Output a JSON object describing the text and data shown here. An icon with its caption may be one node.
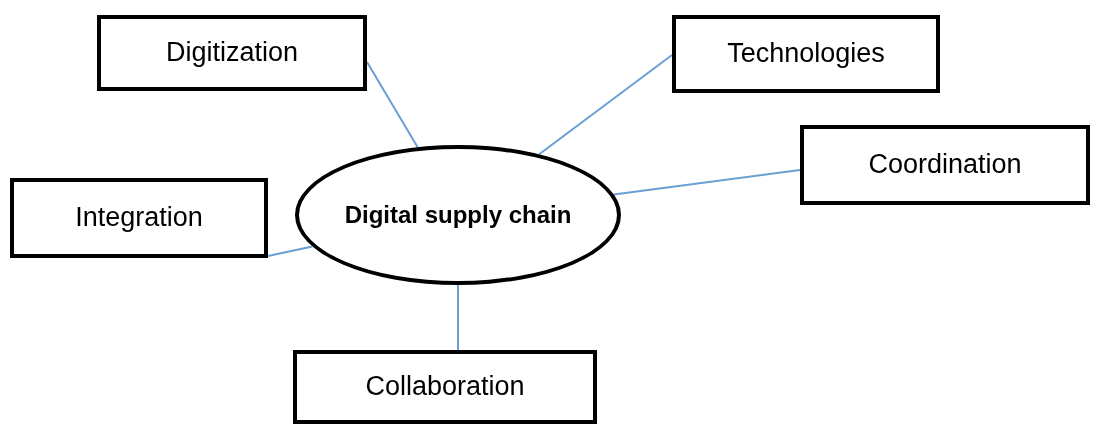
{
  "diagram": {
    "nodes": [
      {
        "text": [
          "Digital supply chain"
        ]
      },
      {
        "text": [
          "Digitization"
        ]
      },
      {
        "text": [
          "Technologies"
        ]
      },
      {
        "text": [
          "Coordination"
        ]
      },
      {
        "text": [
          "Integration"
        ]
      },
      {
        "text": [
          "Collaboration"
        ]
      }
    ],
    "edges": [
      {
        "from": 0,
        "to": 1,
        "arrow": "none"
      },
      {
        "from": 0,
        "to": 2,
        "arrow": "none"
      },
      {
        "from": 0,
        "to": 3,
        "arrow": "none"
      },
      {
        "from": 0,
        "to": 4,
        "arrow": "none"
      },
      {
        "from": 0,
        "to": 5,
        "arrow": "none"
      }
    ]
  }
}
